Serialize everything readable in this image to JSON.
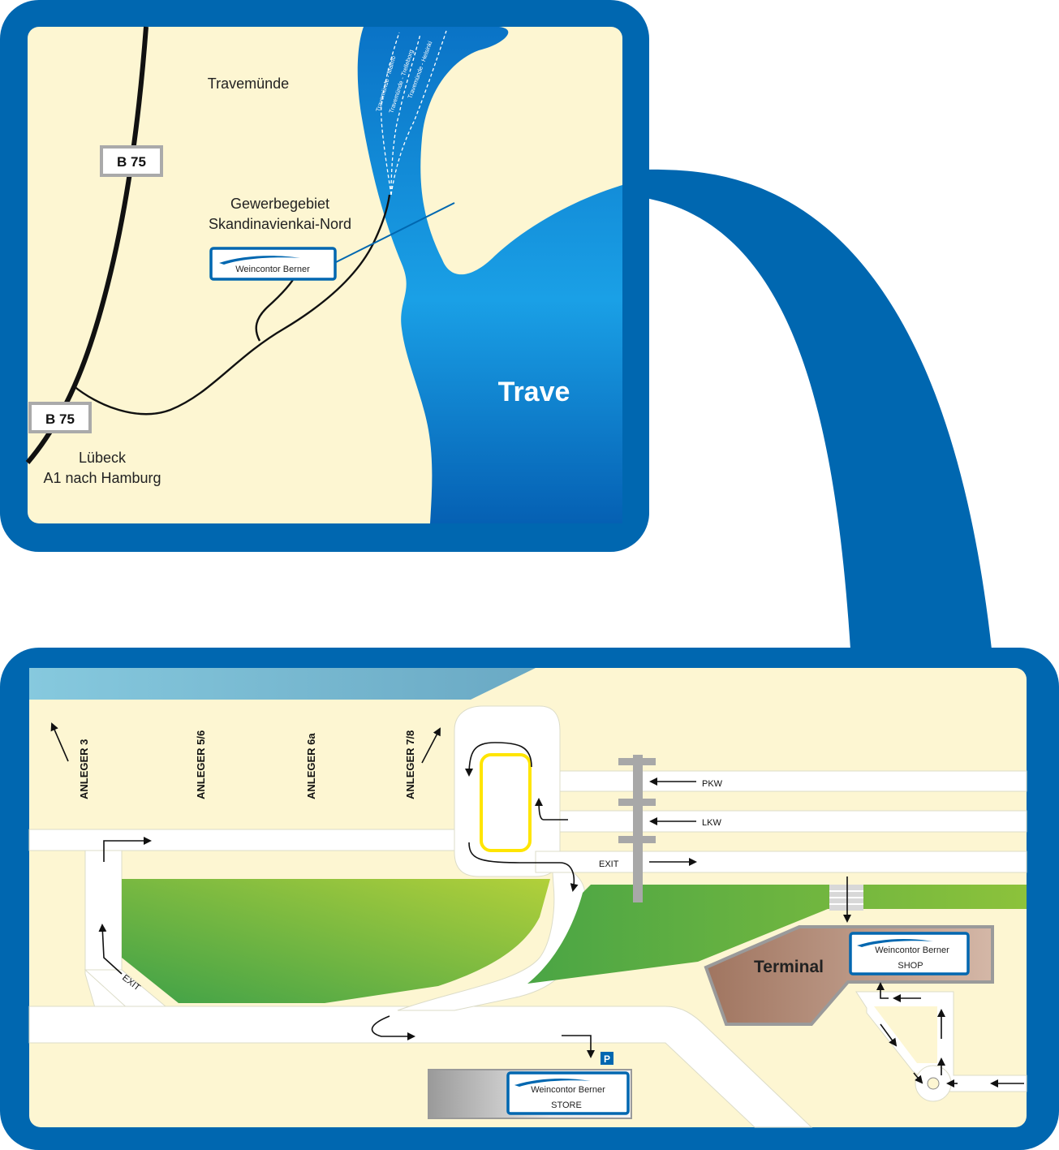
{
  "colors": {
    "frame_blue": "#0067b0",
    "land": "#fdf6d2",
    "river_light": "#1aa0e6",
    "river_dark": "#0060b5",
    "road": "#ffffff",
    "grass_light": "#a9cc3a",
    "grass_dark": "#4fa845",
    "terminal": "#a87e67",
    "yellow_loop": "#ffe500"
  },
  "overview_map": {
    "town_north": "Travemünde",
    "business_park_line1": "Gewerbegebiet",
    "business_park_line2": "Skandinavienkai-Nord",
    "road_sign_upper": "B 75",
    "road_sign_lower": "B 75",
    "south_line1": "Lübeck",
    "south_line2": "A1 nach Hamburg",
    "river": "Trave",
    "ferry_routes": [
      "Travemünde - Malmö",
      "Travemünde - Trelleborg",
      "Travemünde - Helsinki"
    ],
    "logo_text": "Weincontor Berner"
  },
  "detail_map": {
    "piers": [
      "ANLEGER 3",
      "ANLEGER 5/6",
      "ANLEGER 6a",
      "ANLEGER 7/8"
    ],
    "lane_pkw": "PKW",
    "lane_lkw": "LKW",
    "exit_right": "EXIT",
    "exit_left": "EXIT",
    "terminal": "Terminal",
    "shop_logo": "Weincontor Berner",
    "shop_label": "SHOP",
    "store_logo": "Weincontor Berner",
    "store_label": "STORE",
    "parking": "P"
  }
}
